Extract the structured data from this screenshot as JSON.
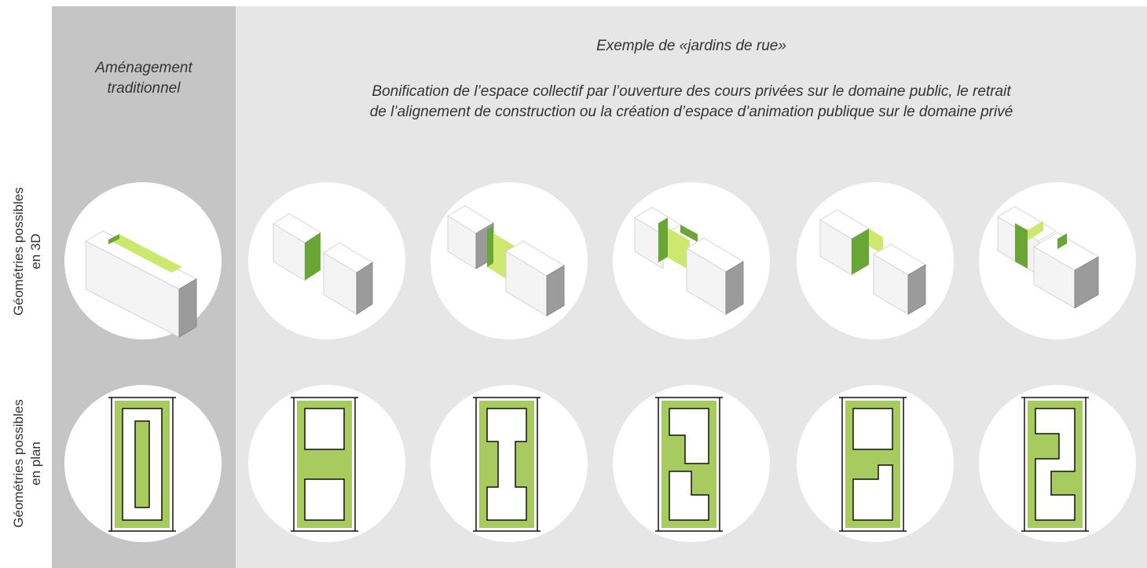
{
  "row_labels": {
    "row_3d": {
      "line1": "Géométries possibles",
      "line2": "en 3D"
    },
    "row_plan": {
      "line1": "Géométries possibles",
      "line2": "en plan"
    }
  },
  "traditional": {
    "line1": "Aménagement",
    "line2": "traditionnel"
  },
  "examples": {
    "title": "Exemple de «jardins de rue»",
    "description_line1": "Bonification de l’espace collectif par l’ouverture des cours privées sur le domaine public, le retrait",
    "description_line2": "de l’alignement de construction ou la création d’espace d’animation publique sur le domaine privé"
  },
  "colors": {
    "green_light": "#cde86f",
    "green_dark": "#69a635",
    "plan_green": "#a8cb5f",
    "panel_dark": "#c5c5c6",
    "panel_light": "#e6e6e6"
  }
}
